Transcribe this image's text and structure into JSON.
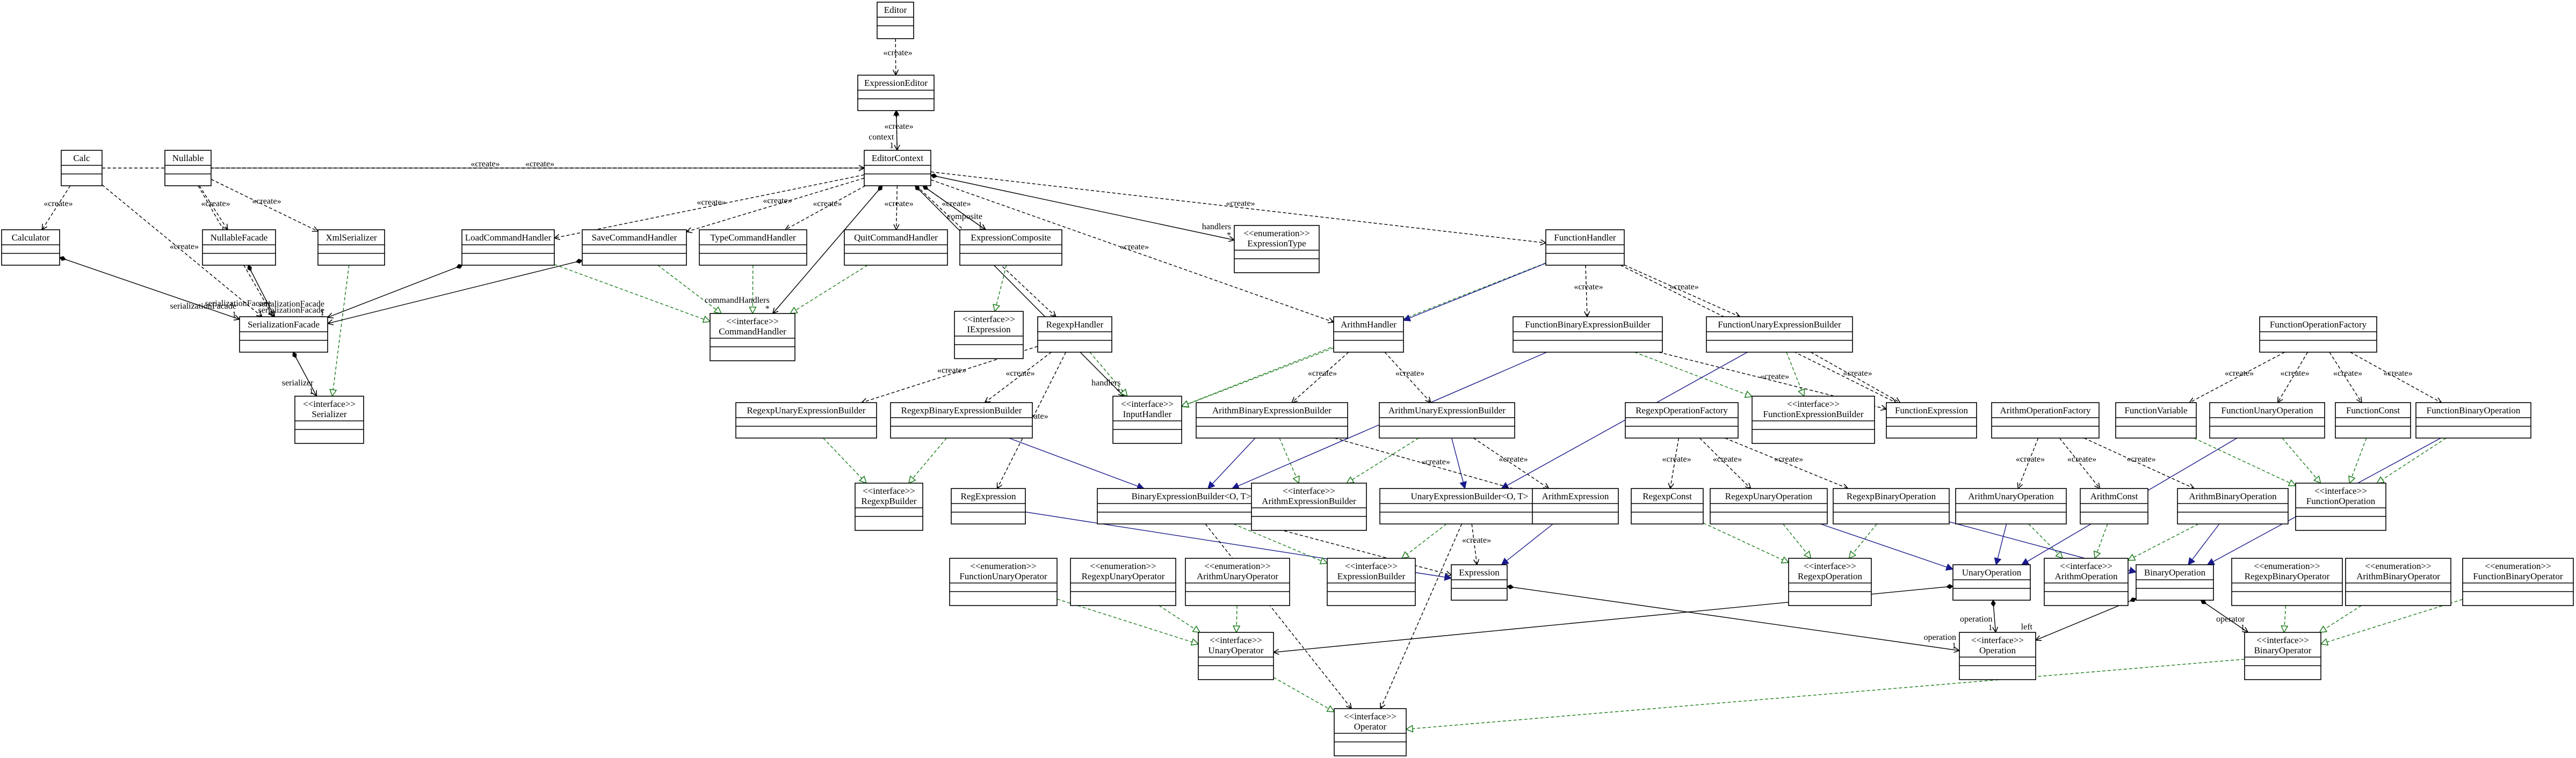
{
  "diagram_type": "UML class diagram",
  "colors": {
    "create_dep": "#000000",
    "realization": "#1a7a1a",
    "association": "#1a1a8c",
    "box": "#000000"
  },
  "classes": {
    "Editor": {
      "lines": [
        "Editor"
      ]
    },
    "ExpressionEditor": {
      "lines": [
        "ExpressionEditor"
      ]
    },
    "EditorContext": {
      "lines": [
        "EditorContext"
      ]
    },
    "Calc": {
      "lines": [
        "Calc"
      ]
    },
    "Nullable": {
      "lines": [
        "Nullable"
      ]
    },
    "Calculator": {
      "lines": [
        "Calculator"
      ]
    },
    "NullableFacade": {
      "lines": [
        "NullableFacade"
      ]
    },
    "XmlSerializer": {
      "lines": [
        "XmlSerializer"
      ]
    },
    "SerializationFacade": {
      "lines": [
        "SerializationFacade"
      ]
    },
    "Serializer": {
      "lines": [
        "<<interface>>",
        "Serializer"
      ]
    },
    "LoadCommandHandler": {
      "lines": [
        "LoadCommandHandler"
      ]
    },
    "SaveCommandHandler": {
      "lines": [
        "SaveCommandHandler"
      ]
    },
    "TypeCommandHandler": {
      "lines": [
        "TypeCommandHandler"
      ]
    },
    "CommandHandler": {
      "lines": [
        "<<interface>>",
        "CommandHandler"
      ]
    },
    "QuitCommandHandler": {
      "lines": [
        "QuitCommandHandler"
      ]
    },
    "ExpressionComposite": {
      "lines": [
        "ExpressionComposite"
      ]
    },
    "IExpression": {
      "lines": [
        "<<interface>>",
        "IExpression"
      ]
    },
    "ExpressionType": {
      "lines": [
        "<<enumeration>>",
        "ExpressionType"
      ]
    },
    "RegexpHandler": {
      "lines": [
        "RegexpHandler"
      ]
    },
    "InputHandler": {
      "lines": [
        "<<interface>>",
        "InputHandler"
      ]
    },
    "FunctionHandler": {
      "lines": [
        "FunctionHandler"
      ]
    },
    "ArithmHandler": {
      "lines": [
        "ArithmHandler"
      ]
    },
    "FunctionBinaryExpressionBuilder": {
      "lines": [
        "FunctionBinaryExpressionBuilder"
      ]
    },
    "FunctionUnaryExpressionBuilder": {
      "lines": [
        "FunctionUnaryExpressionBuilder"
      ]
    },
    "FunctionExpressionBuilder": {
      "lines": [
        "<<interface>>",
        "FunctionExpressionBuilder"
      ]
    },
    "FunctionExpression": {
      "lines": [
        "FunctionExpression"
      ]
    },
    "RegexpUnaryExpressionBuilder": {
      "lines": [
        "RegexpUnaryExpressionBuilder"
      ]
    },
    "RegexpBinaryExpressionBuilder": {
      "lines": [
        "RegexpBinaryExpressionBuilder"
      ]
    },
    "ArithmBinaryExpressionBuilder": {
      "lines": [
        "ArithmBinaryExpressionBuilder"
      ]
    },
    "ArithmUnaryExpressionBuilder": {
      "lines": [
        "ArithmUnaryExpressionBuilder"
      ]
    },
    "RegexpOperationFactory": {
      "lines": [
        "RegexpOperationFactory"
      ]
    },
    "ArithmOperationFactory": {
      "lines": [
        "ArithmOperationFactory"
      ]
    },
    "FunctionVariable": {
      "lines": [
        "FunctionVariable"
      ]
    },
    "FunctionUnaryOperation": {
      "lines": [
        "FunctionUnaryOperation"
      ]
    },
    "FunctionConst": {
      "lines": [
        "FunctionConst"
      ]
    },
    "FunctionBinaryOperation": {
      "lines": [
        "FunctionBinaryOperation"
      ]
    },
    "FunctionOperationFactory": {
      "lines": [
        "FunctionOperationFactory"
      ]
    },
    "RegexpBuilder": {
      "lines": [
        "<<interface>>",
        "RegexpBuilder"
      ]
    },
    "RegExpression": {
      "lines": [
        "RegExpression"
      ]
    },
    "BinaryExpressionBuilder": {
      "lines": [
        "BinaryExpressionBuilder<O, T>"
      ]
    },
    "ArithmExpressionBuilder": {
      "lines": [
        "<<interface>>",
        "ArithmExpressionBuilder"
      ]
    },
    "UnaryExpressionBuilder": {
      "lines": [
        "UnaryExpressionBuilder<O, T>"
      ]
    },
    "ArithmExpression": {
      "lines": [
        "ArithmExpression"
      ]
    },
    "RegexpConst": {
      "lines": [
        "RegexpConst"
      ]
    },
    "RegexpUnaryOperation": {
      "lines": [
        "RegexpUnaryOperation"
      ]
    },
    "RegexpBinaryOperation": {
      "lines": [
        "RegexpBinaryOperation"
      ]
    },
    "ArithmUnaryOperation": {
      "lines": [
        "ArithmUnaryOperation"
      ]
    },
    "ArithmConst": {
      "lines": [
        "ArithmConst"
      ]
    },
    "ArithmBinaryOperation": {
      "lines": [
        "ArithmBinaryOperation"
      ]
    },
    "FunctionOperation": {
      "lines": [
        "<<interface>>",
        "FunctionOperation"
      ]
    },
    "FunctionUnaryOperator": {
      "lines": [
        "<<enumeration>>",
        "FunctionUnaryOperator"
      ]
    },
    "RegexpUnaryOperator": {
      "lines": [
        "<<enumeration>>",
        "RegexpUnaryOperator"
      ]
    },
    "ArithmUnaryOperator": {
      "lines": [
        "<<enumeration>>",
        "ArithmUnaryOperator"
      ]
    },
    "ExpressionBuilder": {
      "lines": [
        "<<interface>>",
        "ExpressionBuilder"
      ]
    },
    "Expression": {
      "lines": [
        "Expression"
      ]
    },
    "RegexpOperation": {
      "lines": [
        "<<interface>>",
        "RegexpOperation"
      ]
    },
    "UnaryOperation": {
      "lines": [
        "UnaryOperation"
      ]
    },
    "ArithmOperation": {
      "lines": [
        "<<interface>>",
        "ArithmOperation"
      ]
    },
    "BinaryOperation": {
      "lines": [
        "BinaryOperation"
      ]
    },
    "RegexpBinaryOperator": {
      "lines": [
        "<<enumeration>>",
        "RegexpBinaryOperator"
      ]
    },
    "ArithmBinaryOperator": {
      "lines": [
        "<<enumeration>>",
        "ArithmBinaryOperator"
      ]
    },
    "FunctionBinaryOperator": {
      "lines": [
        "<<enumeration>>",
        "FunctionBinaryOperator"
      ]
    },
    "UnaryOperator": {
      "lines": [
        "<<interface>>",
        "UnaryOperator"
      ]
    },
    "Operation": {
      "lines": [
        "<<interface>>",
        "Operation"
      ]
    },
    "BinaryOperator": {
      "lines": [
        "<<interface>>",
        "BinaryOperator"
      ]
    },
    "Operator": {
      "lines": [
        "<<interface>>",
        "Operator"
      ]
    }
  },
  "relations": [
    {
      "from": "Editor",
      "to": "ExpressionEditor",
      "kind": "create",
      "label": "«create»"
    },
    {
      "from": "ExpressionEditor",
      "to": "EditorContext",
      "kind": "assoc",
      "role": "context",
      "mult": "1"
    },
    {
      "from": "EditorContext",
      "to": "ExpressionEditor",
      "kind": "create",
      "label": "«create»"
    },
    {
      "from": "Calc",
      "to": "Calculator",
      "kind": "create",
      "label": "«create»"
    },
    {
      "from": "Calc",
      "to": "SerializationFacade",
      "kind": "create",
      "label": "«create»"
    },
    {
      "from": "Calc",
      "to": "EditorContext",
      "kind": "create",
      "label": "«create»"
    },
    {
      "from": "Nullable",
      "to": "NullableFacade",
      "kind": "create",
      "label": "«create»"
    },
    {
      "from": "Nullable",
      "to": "SerializationFacade",
      "kind": "create",
      "label": "«create»"
    },
    {
      "from": "Nullable",
      "to": "XmlSerializer",
      "kind": "create",
      "label": "«create»"
    },
    {
      "from": "Nullable",
      "to": "EditorContext",
      "kind": "create",
      "label": "«create»"
    },
    {
      "from": "Calculator",
      "to": "SerializationFacade",
      "kind": "assoc",
      "role": "serializationFacade",
      "mult": "1"
    },
    {
      "from": "NullableFacade",
      "to": "SerializationFacade",
      "kind": "assoc",
      "role": "serializationFacade",
      "mult": "1"
    },
    {
      "from": "XmlSerializer",
      "to": "Serializer",
      "kind": "realize"
    },
    {
      "from": "SerializationFacade",
      "to": "Serializer",
      "kind": "assoc",
      "role": "serializer",
      "mult": "1"
    },
    {
      "from": "LoadCommandHandler",
      "to": "SerializationFacade",
      "kind": "assoc",
      "role": "serializationFacade",
      "mult": "1"
    },
    {
      "from": "SaveCommandHandler",
      "to": "SerializationFacade",
      "kind": "assoc",
      "role": "serializationFacade",
      "mult": "1"
    },
    {
      "from": "LoadCommandHandler",
      "to": "CommandHandler",
      "kind": "realize"
    },
    {
      "from": "SaveCommandHandler",
      "to": "CommandHandler",
      "kind": "realize"
    },
    {
      "from": "TypeCommandHandler",
      "to": "CommandHandler",
      "kind": "realize"
    },
    {
      "from": "QuitCommandHandler",
      "to": "CommandHandler",
      "kind": "realize"
    },
    {
      "from": "EditorContext",
      "to": "CommandHandler",
      "kind": "assoc",
      "role": "commandHandlers",
      "mult": "*"
    },
    {
      "from": "EditorContext",
      "to": "LoadCommandHandler",
      "kind": "create",
      "label": "«create»"
    },
    {
      "from": "EditorContext",
      "to": "SaveCommandHandler",
      "kind": "create",
      "label": "«create»"
    },
    {
      "from": "EditorContext",
      "to": "TypeCommandHandler",
      "kind": "create",
      "label": "«create»"
    },
    {
      "from": "EditorContext",
      "to": "QuitCommandHandler",
      "kind": "create",
      "label": "«create»"
    },
    {
      "from": "EditorContext",
      "to": "ExpressionComposite",
      "kind": "create",
      "label": "«create»"
    },
    {
      "from": "EditorContext",
      "to": "ExpressionComposite",
      "kind": "assoc",
      "role": "composite",
      "mult": "1"
    },
    {
      "from": "ExpressionComposite",
      "to": "IExpression",
      "kind": "realize"
    },
    {
      "from": "EditorContext",
      "to": "ExpressionType",
      "kind": "assoc",
      "role": "handlers",
      "mult": "*"
    },
    {
      "from": "EditorContext",
      "to": "InputHandler",
      "kind": "assoc",
      "role": "handlers",
      "mult": "*"
    },
    {
      "from": "EditorContext",
      "to": "RegexpHandler",
      "kind": "create",
      "label": "«create»"
    },
    {
      "from": "EditorContext",
      "to": "ArithmHandler",
      "kind": "create",
      "label": "«create»"
    },
    {
      "from": "EditorContext",
      "to": "FunctionHandler",
      "kind": "create",
      "label": "«create»"
    },
    {
      "from": "RegexpHandler",
      "to": "InputHandler",
      "kind": "realize"
    },
    {
      "from": "ArithmHandler",
      "to": "InputHandler",
      "kind": "realize"
    },
    {
      "from": "FunctionHandler",
      "to": "InputHandler",
      "kind": "realize"
    },
    {
      "from": "RegexpHandler",
      "to": "RegexpUnaryExpressionBuilder",
      "kind": "create",
      "label": "«create»"
    },
    {
      "from": "RegexpHandler",
      "to": "RegexpBinaryExpressionBuilder",
      "kind": "create",
      "label": "«create»"
    },
    {
      "from": "RegexpHandler",
      "to": "RegExpression",
      "kind": "create",
      "label": "«create»"
    },
    {
      "from": "ArithmHandler",
      "to": "ArithmBinaryExpressionBuilder",
      "kind": "create",
      "label": "«create»"
    },
    {
      "from": "ArithmHandler",
      "to": "ArithmUnaryExpressionBuilder",
      "kind": "create",
      "label": "«create»"
    },
    {
      "from": "FunctionHandler",
      "to": "ArithmHandler",
      "kind": "assoc"
    },
    {
      "from": "FunctionHandler",
      "to": "FunctionBinaryExpressionBuilder",
      "kind": "create",
      "label": "«create»"
    },
    {
      "from": "FunctionHandler",
      "to": "FunctionUnaryExpressionBuilder",
      "kind": "create",
      "label": "«create»"
    },
    {
      "from": "FunctionHandler",
      "to": "FunctionExpression",
      "kind": "create",
      "label": "«create»"
    },
    {
      "from": "FunctionBinaryExpressionBuilder",
      "to": "FunctionExpressionBuilder",
      "kind": "realize"
    },
    {
      "from": "FunctionUnaryExpressionBuilder",
      "to": "FunctionExpressionBuilder",
      "kind": "realize"
    },
    {
      "from": "RegexpUnaryExpressionBuilder",
      "to": "RegexpBuilder",
      "kind": "realize"
    },
    {
      "from": "RegexpBinaryExpressionBuilder",
      "to": "RegexpBuilder",
      "kind": "realize"
    },
    {
      "from": "RegexpBinaryExpressionBuilder",
      "to": "BinaryExpressionBuilder",
      "kind": "assoc"
    },
    {
      "from": "ArithmBinaryExpressionBuilder",
      "to": "ArithmExpressionBuilder",
      "kind": "realize"
    },
    {
      "from": "ArithmUnaryExpressionBuilder",
      "to": "ArithmExpressionBuilder",
      "kind": "realize"
    },
    {
      "from": "ArithmBinaryExpressionBuilder",
      "to": "BinaryExpressionBuilder",
      "kind": "assoc"
    },
    {
      "from": "ArithmUnaryExpressionBuilder",
      "to": "UnaryExpressionBuilder",
      "kind": "assoc"
    },
    {
      "from": "FunctionUnaryExpressionBuilder",
      "to": "UnaryExpressionBuilder",
      "kind": "assoc"
    },
    {
      "from": "FunctionBinaryExpressionBuilder",
      "to": "BinaryExpressionBuilder",
      "kind": "assoc"
    },
    {
      "from": "ArithmUnaryExpressionBuilder",
      "to": "ArithmExpression",
      "kind": "create",
      "label": "«create»"
    },
    {
      "from": "ArithmBinaryExpressionBuilder",
      "to": "ArithmExpression",
      "kind": "create",
      "label": "«create»"
    },
    {
      "from": "FunctionUnaryExpressionBuilder",
      "to": "FunctionExpression",
      "kind": "create",
      "label": "«create»"
    },
    {
      "from": "FunctionBinaryExpressionBuilder",
      "to": "FunctionExpression",
      "kind": "create",
      "label": "«create»"
    },
    {
      "from": "RegexpOperationFactory",
      "to": "RegexpConst",
      "kind": "create",
      "label": "«create»"
    },
    {
      "from": "RegexpOperationFactory",
      "to": "RegexpUnaryOperation",
      "kind": "create",
      "label": "«create»"
    },
    {
      "from": "RegexpOperationFactory",
      "to": "RegexpBinaryOperation",
      "kind": "create",
      "label": "«create»"
    },
    {
      "from": "ArithmOperationFactory",
      "to": "ArithmUnaryOperation",
      "kind": "create",
      "label": "«create»"
    },
    {
      "from": "ArithmOperationFactory",
      "to": "ArithmConst",
      "kind": "create",
      "label": "«create»"
    },
    {
      "from": "ArithmOperationFactory",
      "to": "ArithmBinaryOperation",
      "kind": "create",
      "label": "«create»"
    },
    {
      "from": "FunctionOperationFactory",
      "to": "FunctionVariable",
      "kind": "create",
      "label": "«create»"
    },
    {
      "from": "FunctionOperationFactory",
      "to": "FunctionUnaryOperation",
      "kind": "create",
      "label": "«create»"
    },
    {
      "from": "FunctionOperationFactory",
      "to": "FunctionConst",
      "kind": "create",
      "label": "«create»"
    },
    {
      "from": "FunctionOperationFactory",
      "to": "FunctionBinaryOperation",
      "kind": "create",
      "label": "«create»"
    },
    {
      "from": "FunctionVariable",
      "to": "FunctionOperation",
      "kind": "realize"
    },
    {
      "from": "FunctionUnaryOperation",
      "to": "FunctionOperation",
      "kind": "realize"
    },
    {
      "from": "FunctionConst",
      "to": "FunctionOperation",
      "kind": "realize"
    },
    {
      "from": "FunctionBinaryOperation",
      "to": "FunctionOperation",
      "kind": "realize"
    },
    {
      "from": "RegexpConst",
      "to": "RegexpOperation",
      "kind": "realize"
    },
    {
      "from": "RegexpUnaryOperation",
      "to": "RegexpOperation",
      "kind": "realize"
    },
    {
      "from": "RegexpBinaryOperation",
      "to": "RegexpOperation",
      "kind": "realize"
    },
    {
      "from": "ArithmUnaryOperation",
      "to": "ArithmOperation",
      "kind": "realize"
    },
    {
      "from": "ArithmConst",
      "to": "ArithmOperation",
      "kind": "realize"
    },
    {
      "from": "ArithmBinaryOperation",
      "to": "ArithmOperation",
      "kind": "realize"
    },
    {
      "from": "RegexpUnaryOperation",
      "to": "UnaryOperation",
      "kind": "assoc"
    },
    {
      "from": "RegexpBinaryOperation",
      "to": "BinaryOperation",
      "kind": "assoc"
    },
    {
      "from": "ArithmUnaryOperation",
      "to": "UnaryOperation",
      "kind": "assoc"
    },
    {
      "from": "ArithmBinaryOperation",
      "to": "BinaryOperation",
      "kind": "assoc"
    },
    {
      "from": "FunctionUnaryOperation",
      "to": "UnaryOperation",
      "kind": "assoc"
    },
    {
      "from": "FunctionBinaryOperation",
      "to": "BinaryOperation",
      "kind": "assoc"
    },
    {
      "from": "UnaryOperation",
      "to": "Operation",
      "kind": "assoc",
      "role": "operation",
      "mult": "1"
    },
    {
      "from": "BinaryOperation",
      "to": "Operation",
      "kind": "assoc",
      "role": "left",
      "mult": "1"
    },
    {
      "from": "UnaryOperation",
      "to": "UnaryOperator",
      "kind": "assoc",
      "role": "operator",
      "mult": "1"
    },
    {
      "from": "BinaryOperation",
      "to": "BinaryOperator",
      "kind": "assoc",
      "role": "operator",
      "mult": "1"
    },
    {
      "from": "Expression",
      "to": "Operation",
      "kind": "assoc",
      "role": "operation",
      "mult": "1"
    },
    {
      "from": "UnaryExpressionBuilder",
      "to": "Expression",
      "kind": "create",
      "label": "«create»"
    },
    {
      "from": "BinaryExpressionBuilder",
      "to": "Expression",
      "kind": "create"
    },
    {
      "from": "RegExpression",
      "to": "Expression",
      "kind": "assoc"
    },
    {
      "from": "ArithmExpression",
      "to": "Expression",
      "kind": "assoc"
    },
    {
      "from": "BinaryExpressionBuilder",
      "to": "ExpressionBuilder",
      "kind": "realize"
    },
    {
      "from": "UnaryExpressionBuilder",
      "to": "ExpressionBuilder",
      "kind": "realize"
    },
    {
      "from": "FunctionUnaryOperator",
      "to": "UnaryOperator",
      "kind": "realize"
    },
    {
      "from": "RegexpUnaryOperator",
      "to": "UnaryOperator",
      "kind": "realize"
    },
    {
      "from": "ArithmUnaryOperator",
      "to": "UnaryOperator",
      "kind": "realize"
    },
    {
      "from": "RegexpBinaryOperator",
      "to": "BinaryOperator",
      "kind": "realize"
    },
    {
      "from": "ArithmBinaryOperator",
      "to": "BinaryOperator",
      "kind": "realize"
    },
    {
      "from": "FunctionBinaryOperator",
      "to": "BinaryOperator",
      "kind": "realize"
    },
    {
      "from": "UnaryOperator",
      "to": "Operator",
      "kind": "realize"
    },
    {
      "from": "BinaryOperator",
      "to": "Operator",
      "kind": "realize"
    },
    {
      "from": "BinaryExpressionBuilder",
      "to": "Operator",
      "kind": "create"
    },
    {
      "from": "UnaryExpressionBuilder",
      "to": "Operator",
      "kind": "create"
    }
  ]
}
